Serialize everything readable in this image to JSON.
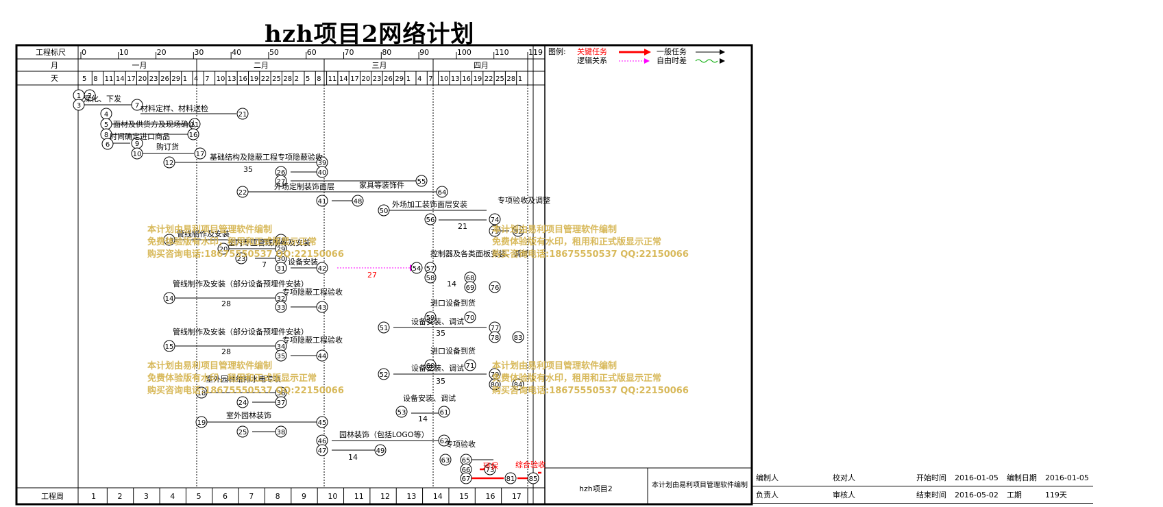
{
  "title": "hzh项目2网络计划",
  "header": {
    "scale_label": "工程标尺",
    "month_label": "月",
    "day_label": "天",
    "week_label": "工程周",
    "scale_ticks": [
      "0",
      "10",
      "20",
      "30",
      "40",
      "50",
      "60",
      "70",
      "80",
      "90",
      "100",
      "110",
      "119"
    ],
    "months": [
      "一月",
      "二月",
      "三月",
      "四月"
    ],
    "days": [
      "5",
      "8",
      "11",
      "14",
      "17",
      "20",
      "23",
      "26",
      "29",
      "1",
      "4",
      "7",
      "10",
      "13",
      "16",
      "19",
      "22",
      "25",
      "28",
      "2",
      "5",
      "8",
      "11",
      "14",
      "17",
      "20",
      "23",
      "26",
      "29",
      "1",
      "4",
      "7",
      "10",
      "13",
      "16",
      "19",
      "22",
      "25",
      "28",
      "1"
    ],
    "weeks": [
      "1",
      "2",
      "3",
      "4",
      "5",
      "6",
      "7",
      "8",
      "9",
      "10",
      "11",
      "12",
      "13",
      "14",
      "15",
      "16",
      "17"
    ]
  },
  "legend": {
    "title": "图例:",
    "critical": "关键任务",
    "general": "一般任务",
    "logic": "逻辑关系",
    "free_float": "自由时差"
  },
  "watermark": {
    "line1": "本计划由易利项目管理软件编制",
    "line2": "免费体验版有水印，租用和正式版显示正常",
    "line3": "购买咨询电话:18675550537 QQ:22150066"
  },
  "diagram_labels": {
    "t1": "深化、下发",
    "t2": "材料定样、材料送检",
    "t3": "面材及供货方及现场确认",
    "t4": "时间确定进口商品",
    "t5": "购订货",
    "t6": "基础结构及隐蔽工程专项隐蔽验收",
    "t7": "外场定制装饰面层",
    "t8": "家具等装饰件",
    "t9": "外场加工装饰面层安装",
    "t10": "专项验收及调整",
    "t11": "管线制作及安装",
    "t12": "室内专业管线制作及安装",
    "t13": "设备安装",
    "t14": "控制器及各类面板安装、调试",
    "t15": "管线制作及安装（部分设备预埋件安装）",
    "t16": "专项隐蔽工程验收",
    "t17": "进口设备到货",
    "t18": "设备安装、调试",
    "t19": "室外园林给排水电专项",
    "t20": "室外园林装饰",
    "t21": "园林装饰（包括LOGO等）",
    "t22": "专项验收",
    "t23": "环保",
    "t24": "综合验收",
    "d35": "35",
    "d7": "7",
    "d21": "21",
    "d27": "27",
    "d28": "28",
    "d14": "14"
  },
  "footer": {
    "project_name": "hzh项目2",
    "note": "本计划由易利项目管理软件编制"
  },
  "info": {
    "editor_label": "编制人",
    "checker_label": "校对人",
    "start_label": "开始时间",
    "start_value": "2016-01-05",
    "edit_date_label": "编制日期",
    "edit_date_value": "2016-01-05",
    "owner_label": "负责人",
    "reviewer_label": "审核人",
    "end_label": "结束时间",
    "end_value": "2016-05-02",
    "duration_label": "工期",
    "duration_value": "119天"
  },
  "colors": {
    "critical": "#ff0000",
    "logic": "#ff00ff",
    "free_float": "#00aa00",
    "watermark": "#d4b24a"
  }
}
